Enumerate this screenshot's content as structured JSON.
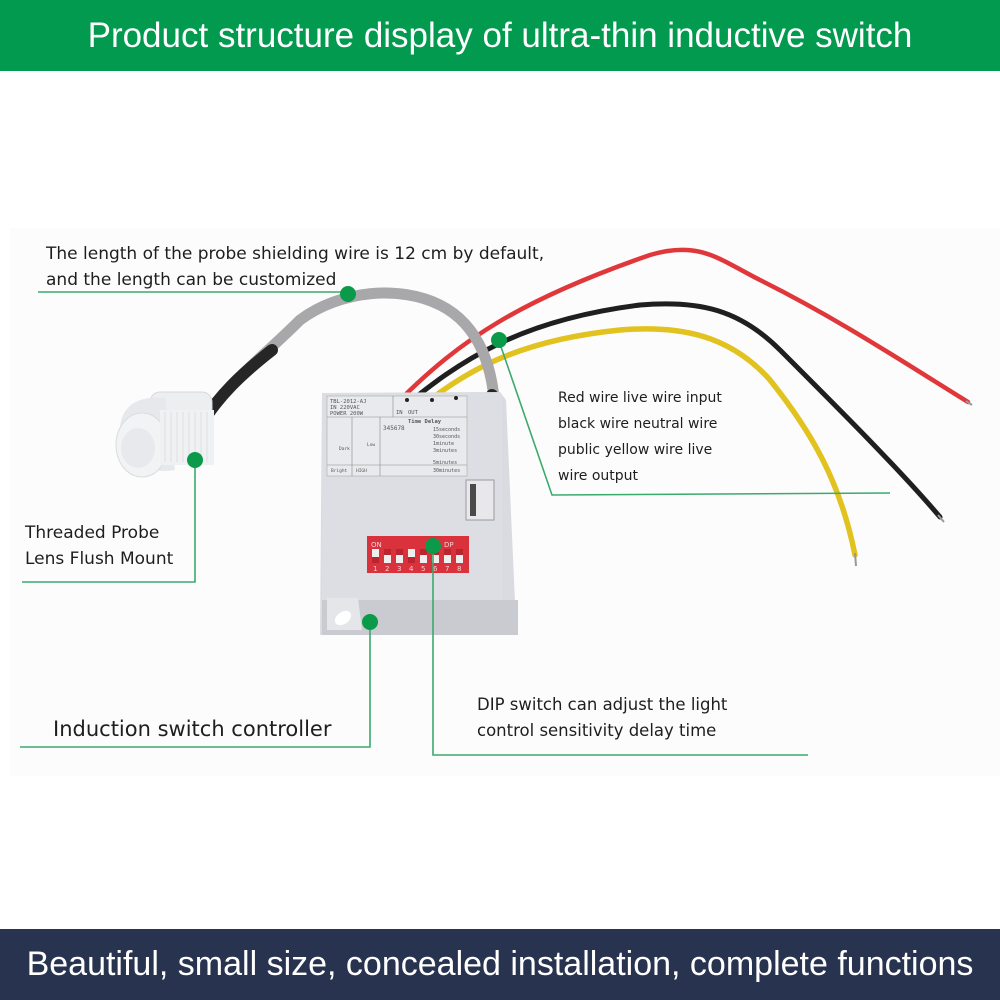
{
  "header": {
    "title": "Product structure display of ultra-thin inductive switch"
  },
  "footer": {
    "tagline": "Beautiful, small size, concealed installation, complete functions"
  },
  "colors": {
    "header_bg": "#019a4e",
    "footer_bg": "#283350",
    "callout_line": "#3aaa6e",
    "callout_dot": "#0b9a4a",
    "wire_red": "#e0383a",
    "wire_black": "#1f1f1f",
    "wire_yellow": "#e2c21e",
    "shield_wire": "#a8a8aa",
    "dip_switch_body": "#d9323c"
  },
  "callouts": {
    "probe_wire": {
      "line1": "The length of the probe shielding wire is 12 cm by default,",
      "line2": "and the length can be customized"
    },
    "wire_colors": {
      "line1": "Red wire live wire input",
      "line2": "black wire neutral wire",
      "line3": "public yellow wire live",
      "line4": "wire output"
    },
    "probe": {
      "line1": "Threaded Probe",
      "line2": "Lens Flush Mount"
    },
    "controller": {
      "text": "Induction switch controller"
    },
    "dip_switch": {
      "line1": "DIP switch can adjust the light",
      "line2": "control sensitivity delay time"
    }
  },
  "product_label": {
    "model": "TBL-2012-AJ",
    "input": "IN 220VAC",
    "power": "POWER 200W",
    "terminals": [
      "IN",
      "OUT"
    ],
    "time_delay_title": "Time Delay",
    "dip_numbers": "345678",
    "delays": [
      "15seconds",
      "30seconds",
      "1minute",
      "3minutes",
      "5minutes",
      "30minutes"
    ],
    "sensitivity_low": "Dark",
    "sensitivity_high": "Bright",
    "high_label": "HIGH",
    "low_label": "Low"
  },
  "dip_switch": {
    "on_label": "ON",
    "brand_label": "DP",
    "positions": [
      "1",
      "2",
      "3",
      "4",
      "5",
      "6",
      "7",
      "8"
    ],
    "states_up": [
      true,
      false,
      false,
      true,
      false,
      false,
      false,
      false
    ]
  }
}
